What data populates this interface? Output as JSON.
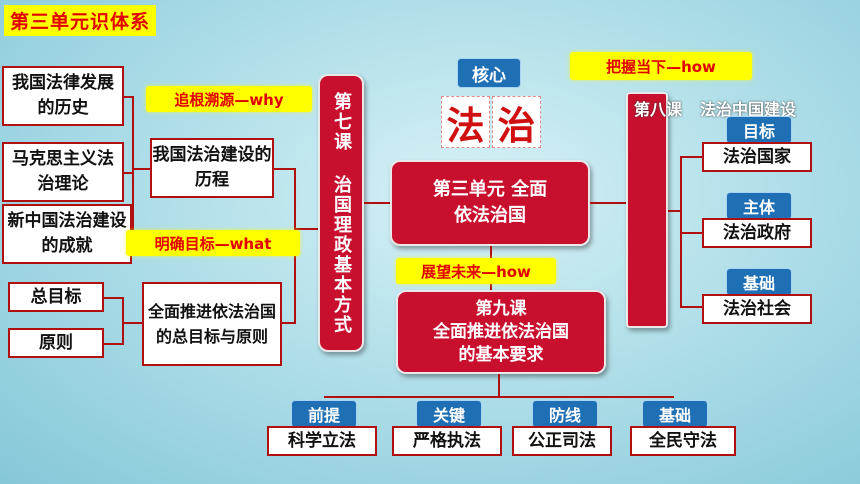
{
  "title": "第三单元识体系",
  "left": {
    "boxes": [
      "我国法律发展的历史",
      "马克思主义法治理论",
      "新中国法治建设的成就",
      "总目标",
      "原则"
    ],
    "mid_boxes": [
      "我国法治建设的历程",
      "全面推进依法治国的总目标与原则"
    ]
  },
  "tags": {
    "why": "追根溯源—why",
    "what": "明确目标—what",
    "how_lower": "展望未来—how",
    "how_upper": "把握当下—how"
  },
  "lesson7": "第七课 治国理政基本方式",
  "core": {
    "label": "核心",
    "char1": "法",
    "char2": "治"
  },
  "unit": "第三单元 全面依法治国",
  "lesson9": {
    "line1": "第九课",
    "line2": "全面推进依法治国",
    "line3": "的基本要求"
  },
  "lesson8": {
    "title": "第八课",
    "subtitle": "法治中国建设"
  },
  "right_items": [
    {
      "tag": "目标",
      "text": "法治国家"
    },
    {
      "tag": "主体",
      "text": "法治政府"
    },
    {
      "tag": "基础",
      "text": "法治社会"
    }
  ],
  "bottom_items": [
    {
      "tag": "前提",
      "text": "科学立法"
    },
    {
      "tag": "关键",
      "text": "严格执法"
    },
    {
      "tag": "防线",
      "text": "公正司法"
    },
    {
      "tag": "基础",
      "text": "全民守法"
    }
  ],
  "colors": {
    "red": "#c8102e",
    "blue": "#1f6fb5",
    "yellow": "#ffff00"
  }
}
